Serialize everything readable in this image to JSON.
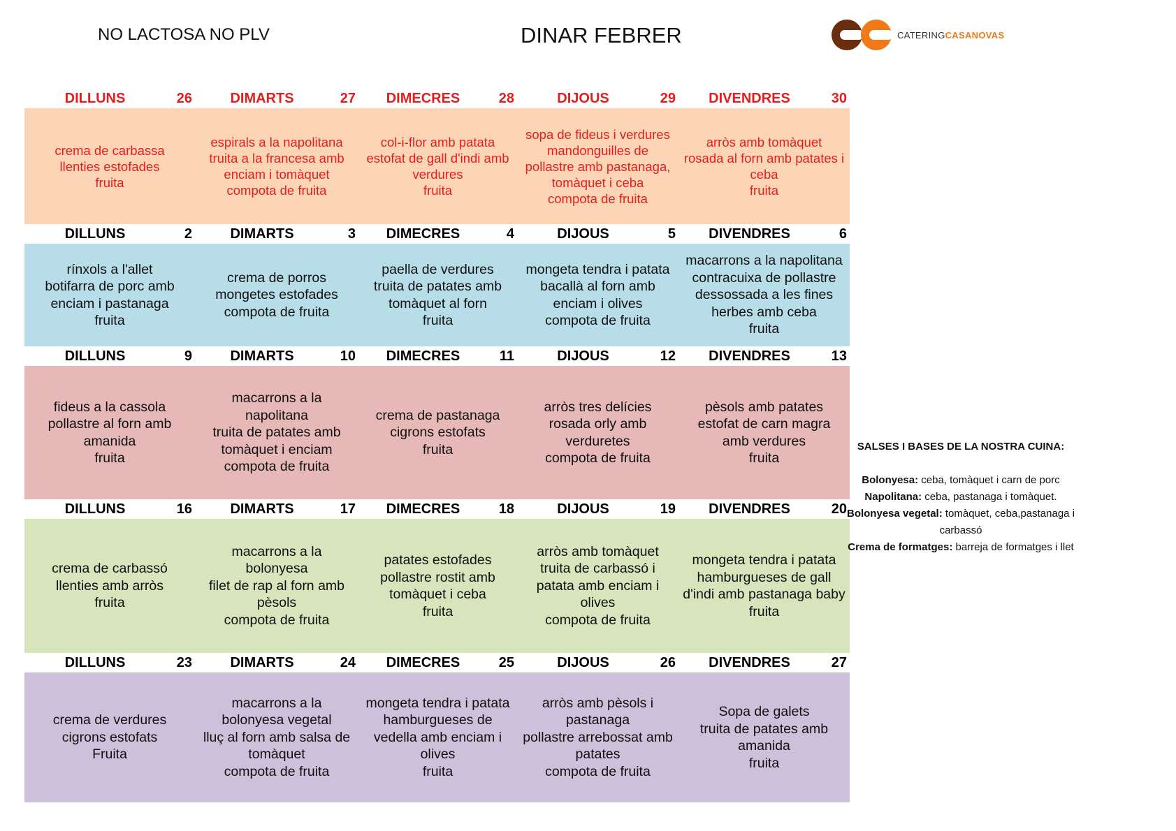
{
  "header": {
    "subtitle": "NO LACTOSA NO PLV",
    "title": "DINAR FEBRER",
    "logo_text_1": "CATERING",
    "logo_text_2": "CASANOVAS"
  },
  "colors": {
    "red": "#e41e1e",
    "orange": "#fbd5b5",
    "blue": "#b7dde8",
    "pink": "#e6b9b8",
    "green": "#d7e4bc",
    "purple": "#ccc0da"
  },
  "weeks": [
    {
      "bg": "#fbd5b5",
      "text_color": "#e41e1e",
      "height": 166,
      "days": [
        {
          "name": "DILLUNS",
          "num": "26",
          "dishes": [
            "crema de carbassa",
            "llenties estofades",
            "fruita"
          ]
        },
        {
          "name": "DIMARTS",
          "num": "27",
          "dishes": [
            "espirals a la napolitana",
            "truita a la francesa amb enciam i tomàquet",
            "compota de fruita"
          ]
        },
        {
          "name": "DIMECRES",
          "num": "28",
          "dishes": [
            "col-i-flor amb patata",
            "estofat de gall d'indi amb verdures",
            "fruita"
          ]
        },
        {
          "name": "DIJOUS",
          "num": "29",
          "dishes": [
            "sopa de fideus i verdures",
            "mandonguilles de pollastre amb pastanaga, tomàquet i ceba",
            "compota de fruita"
          ]
        },
        {
          "name": "DIVENDRES",
          "num": "30",
          "dishes": [
            "arròs amb tomàquet",
            "rosada al forn amb patates i ceba",
            "fruita"
          ]
        }
      ]
    },
    {
      "bg": "#b7dde8",
      "text_color": "#111111",
      "height": 147,
      "days": [
        {
          "name": "DILLUNS",
          "num": "2",
          "dishes": [
            "rínxols a l'allet",
            "botifarra  de porc amb enciam i pastanaga",
            "fruita"
          ]
        },
        {
          "name": "DIMARTS",
          "num": "3",
          "dishes": [
            "crema de porros",
            "mongetes estofades",
            "compota de fruita"
          ]
        },
        {
          "name": "DIMECRES",
          "num": "4",
          "dishes": [
            "paella de verdures",
            "truita de patates amb tomàquet al forn",
            "fruita"
          ]
        },
        {
          "name": "DIJOUS",
          "num": "5",
          "dishes": [
            "mongeta tendra i patata",
            "bacallà al forn amb enciam  i olives",
            "compota de fruita"
          ]
        },
        {
          "name": "DIVENDRES",
          "num": "6",
          "dishes": [
            "macarrons a la napolitana",
            "contracuixa de pollastre dessossada a les fines herbes amb ceba",
            "fruita"
          ]
        }
      ]
    },
    {
      "bg": "#e6b9b8",
      "text_color": "#111111",
      "height": 191,
      "days": [
        {
          "name": "DILLUNS",
          "num": "9",
          "dishes": [
            "fideus a la cassola",
            "pollastre al forn amb amanida",
            "fruita"
          ]
        },
        {
          "name": "DIMARTS",
          "num": "10",
          "dishes": [
            "macarrons a la napolitana",
            "truita de patates amb tomàquet i enciam",
            "compota de fruita"
          ]
        },
        {
          "name": "DIMECRES",
          "num": "11",
          "dishes": [
            "crema de pastanaga",
            "cigrons estofats",
            "fruita"
          ]
        },
        {
          "name": "DIJOUS",
          "num": "12",
          "dishes": [
            "arròs tres delícies",
            "rosada orly amb verduretes",
            "compota de fruita"
          ]
        },
        {
          "name": "DIVENDRES",
          "num": "13",
          "dishes": [
            "pèsols amb patates",
            "estofat de carn magra amb verdures",
            "fruita"
          ]
        }
      ]
    },
    {
      "bg": "#d7e4bc",
      "text_color": "#111111",
      "height": 192,
      "days": [
        {
          "name": "DILLUNS",
          "num": "16",
          "dishes": [
            "crema de carbassó",
            "llenties amb arròs",
            "fruita"
          ]
        },
        {
          "name": "DIMARTS",
          "num": "17",
          "dishes": [
            "macarrons a la bolonyesa",
            "filet de rap al forn amb pèsols",
            "compota de fruita"
          ]
        },
        {
          "name": "DIMECRES",
          "num": "18",
          "dishes": [
            "patates estofades",
            "pollastre rostit amb tomàquet i ceba",
            "fruita"
          ]
        },
        {
          "name": "DIJOUS",
          "num": "19",
          "dishes": [
            "arròs amb tomàquet",
            "truita de carbassó i patata amb enciam i olives",
            "compota de fruita"
          ]
        },
        {
          "name": "DIVENDRES",
          "num": "20",
          "dishes": [
            "mongeta tendra i patata",
            "hamburgueses de gall d'indi amb pastanaga baby",
            "fruita"
          ]
        }
      ]
    },
    {
      "bg": "#ccc0da",
      "text_color": "#111111",
      "height": 186,
      "days": [
        {
          "name": "DILLUNS",
          "num": "23",
          "dishes": [
            "crema de verdures",
            "cigrons estofats",
            "Fruita"
          ]
        },
        {
          "name": "DIMARTS",
          "num": "24",
          "dishes": [
            "macarrons a la bolonyesa vegetal",
            "lluç al forn amb salsa de tomàquet",
            "compota de fruita"
          ]
        },
        {
          "name": "DIMECRES",
          "num": "25",
          "dishes": [
            "mongeta tendra i patata",
            "hamburgueses de vedella amb enciam i olives",
            "fruita"
          ]
        },
        {
          "name": "DIJOUS",
          "num": "26",
          "dishes": [
            "arròs amb pèsols i pastanaga",
            "pollastre arrebossat amb patates",
            "compota de fruita"
          ]
        },
        {
          "name": "DIVENDRES",
          "num": "27",
          "dishes": [
            "Sopa de galets",
            "truita de patates amb amanida",
            "fruita"
          ]
        }
      ]
    }
  ],
  "notes": {
    "title": "SALSES I BASES DE LA NOSTRA CUINA:",
    "items": [
      {
        "label": "Bolonyesa:",
        "text": " ceba, tomàquet i carn de porc"
      },
      {
        "label": "Napolitana:",
        "text": " ceba, pastanaga  i tomàquet."
      },
      {
        "label": "Bolonyesa vegetal:",
        "text": " tomàquet, ceba,pastanaga i carbassó"
      },
      {
        "label": "Crema de formatges:",
        "text": " barreja de formatges i llet"
      }
    ]
  }
}
